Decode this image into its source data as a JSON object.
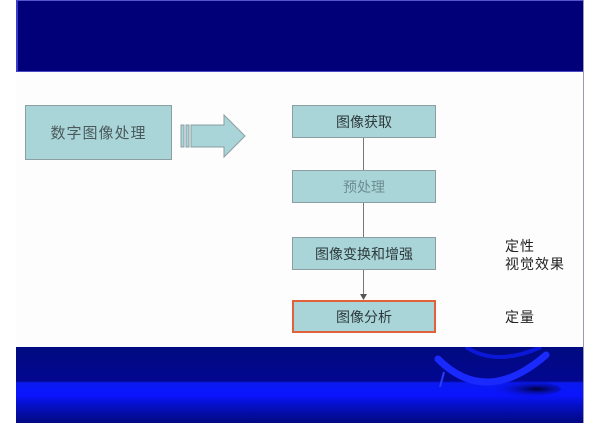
{
  "slide": {
    "source_box": {
      "label": "数字图像处理"
    },
    "flow": [
      {
        "label": "图像获取"
      },
      {
        "label": "预处理"
      },
      {
        "label": "图像变换和增强"
      },
      {
        "label": "图像分析",
        "highlighted": true
      }
    ],
    "notes": {
      "enhancement_line1": "定性",
      "enhancement_line2": "视觉效果",
      "analysis": "定量"
    },
    "colors": {
      "header_band": "#020078",
      "box_fill": "#a9d4d8",
      "highlight_border": "#e0613a",
      "stripe_blue": "#0a14ff"
    }
  }
}
